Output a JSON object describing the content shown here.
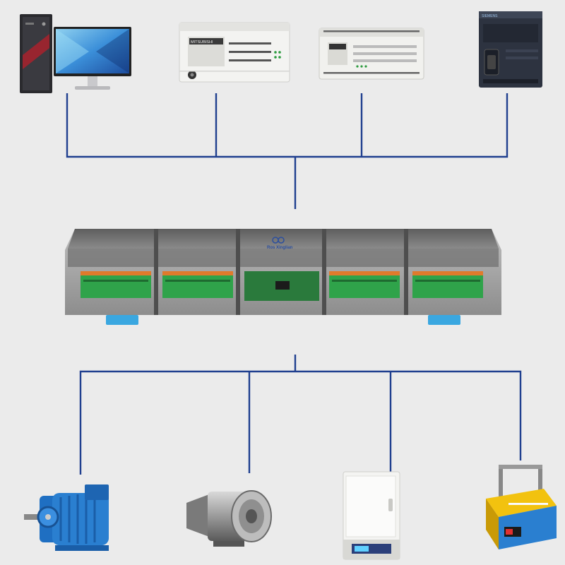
{
  "colors": {
    "wire": "#1f3f8f",
    "background": "#ebebeb",
    "terminal_green": "#2fa34a",
    "rail_clip_blue": "#3aa7e0",
    "motor_blue": "#2a7fd0",
    "box_yellow": "#f2c20f"
  },
  "devices": {
    "controllers": [
      {
        "icon": "desktop-pc-monitor-icon"
      },
      {
        "icon": "plc-mitsubishi-icon",
        "brand_text": "MITSUBISHI"
      },
      {
        "icon": "plc-compact-icon"
      },
      {
        "icon": "plc-siemens-icon",
        "brand_text": "SIEMENS"
      }
    ],
    "center_module": {
      "icon": "relay-terminal-module-icon",
      "logo_text": "Ros Xinglian",
      "modules": 5
    },
    "loads": [
      {
        "icon": "electric-motor-icon"
      },
      {
        "icon": "industrial-fan-blower-icon"
      },
      {
        "icon": "drying-oven-cabinet-icon"
      },
      {
        "icon": "cutting-machine-icon"
      }
    ]
  }
}
